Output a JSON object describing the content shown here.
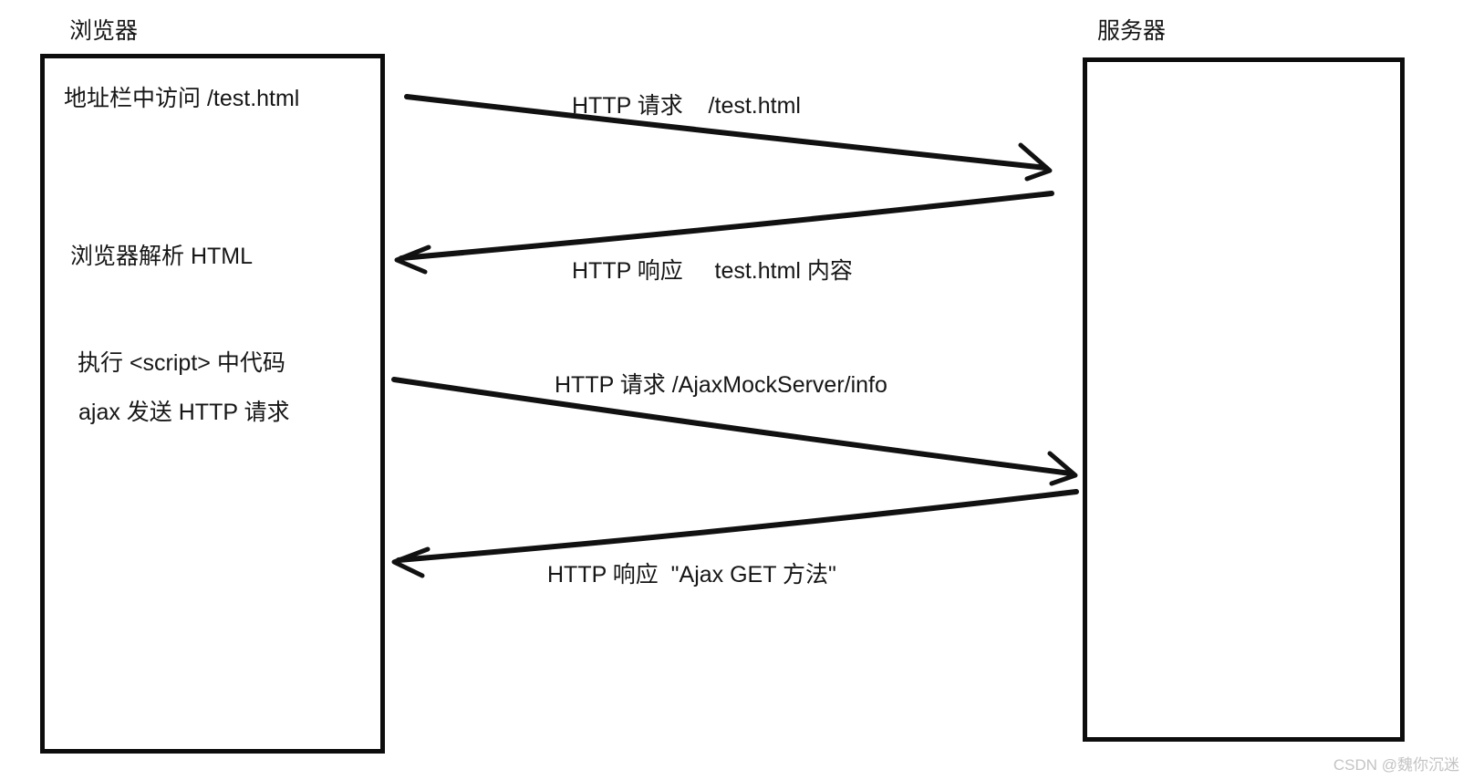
{
  "browser": {
    "title": "浏览器",
    "steps": [
      {
        "text": "地址栏中访问 /test.html"
      },
      {
        "text": "浏览器解析 HTML"
      },
      {
        "text": "执行 <script> 中代码"
      },
      {
        "text": "ajax 发送 HTTP 请求"
      }
    ]
  },
  "server": {
    "title": "服务器"
  },
  "messages": [
    {
      "label": "HTTP 请求    /test.html",
      "from": "browser",
      "to": "server"
    },
    {
      "label": "HTTP 响应     test.html 内容",
      "from": "server",
      "to": "browser"
    },
    {
      "label": "HTTP 请求 /AjaxMockServer/info",
      "from": "browser",
      "to": "server"
    },
    {
      "label": "HTTP 响应  \"Ajax GET 方法\"",
      "from": "server",
      "to": "browser"
    }
  ],
  "watermark": "CSDN @魏你沉迷",
  "colors": {
    "ink": "#111111",
    "background": "#ffffff",
    "watermark_gray": "#c4c4c4"
  }
}
